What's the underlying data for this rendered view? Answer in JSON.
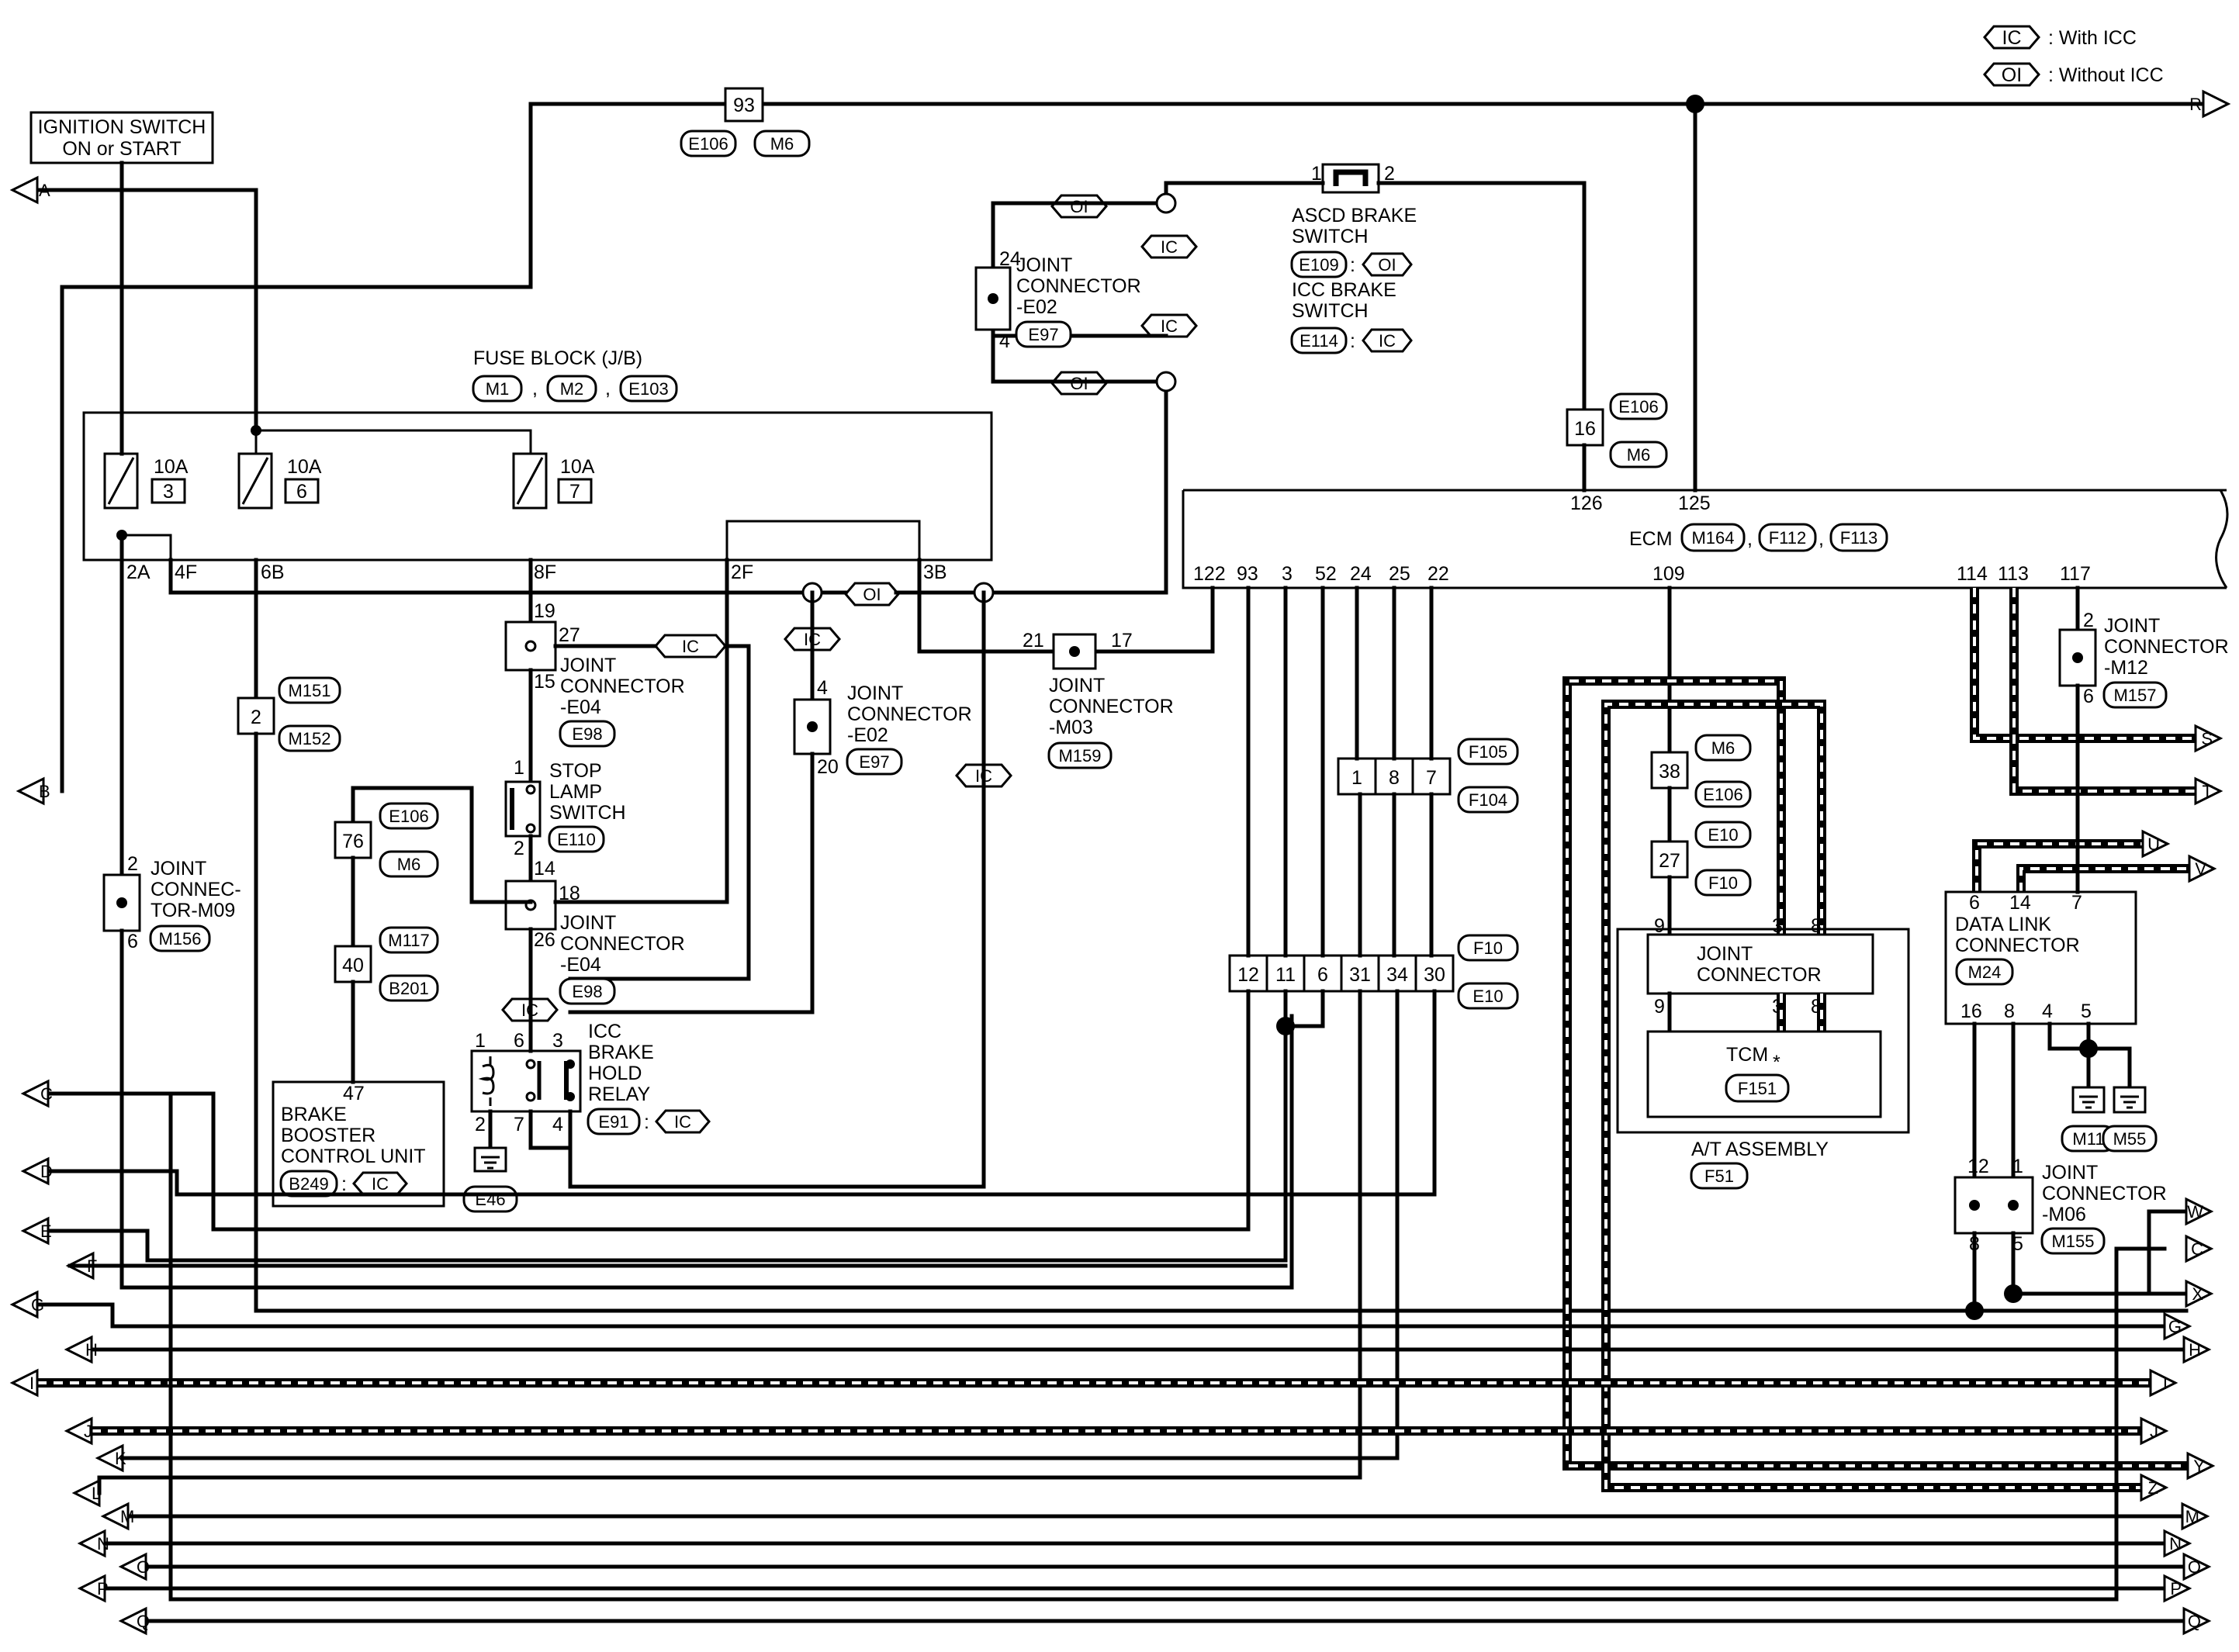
{
  "legend": {
    "ic_tag": "IC",
    "ic_text": ": With ICC",
    "oi_tag": "OI",
    "oi_text": ": Without ICC"
  },
  "ignition": {
    "line1": "IGNITION SWITCH",
    "line2": "ON or START"
  },
  "fuse_block": {
    "title": "FUSE BLOCK (J/B)",
    "conn": [
      "M1",
      "M2",
      "E103"
    ],
    "fuses": [
      {
        "rating": "10A",
        "num": "3"
      },
      {
        "rating": "10A",
        "num": "6"
      },
      {
        "rating": "10A",
        "num": "7"
      }
    ],
    "pins": [
      "2A",
      "4F",
      "6B",
      "8F",
      "2F",
      "3B"
    ]
  },
  "splice93": {
    "pin": "93",
    "c1": "E106",
    "c2": "M6"
  },
  "ascd": {
    "pin1": "1",
    "pin2": "2",
    "line1": "ASCD BRAKE",
    "line2": "SWITCH",
    "conn1": "E109",
    "tag1": "OI",
    "line3": "ICC BRAKE",
    "line4": "SWITCH",
    "conn2": "E114",
    "tag2": "IC"
  },
  "jc_e02_top": {
    "pin_a": "24",
    "pin_b": "4",
    "line1": "JOINT",
    "line2": "CONNECTOR",
    "line3": "-E02",
    "conn": "E97"
  },
  "tags": {
    "oi": "OI",
    "ic": "IC"
  },
  "c16": {
    "pin": "16",
    "c1": "E106",
    "c2": "M6"
  },
  "ecm": {
    "label": "ECM",
    "conn": [
      "M164",
      "F112",
      "F113"
    ],
    "top_pins": [
      "126",
      "125"
    ],
    "bottom_pins": [
      "122",
      "93",
      "3",
      "52",
      "24",
      "25",
      "22",
      "109",
      "114",
      "113",
      "117"
    ]
  },
  "jc_e04_a": {
    "pin_a": "19",
    "pin_b": "27",
    "pin_c": "15",
    "line1": "JOINT",
    "line2": "CONNECTOR",
    "line3": "-E04",
    "conn": "E98"
  },
  "jc_m03": {
    "pin_a": "21",
    "pin_b": "17",
    "line1": "JOINT",
    "line2": "CONNECTOR",
    "line3": "-M03",
    "conn": "M159"
  },
  "jc_e02_mid": {
    "pin_a": "4",
    "pin_b": "20",
    "line1": "JOINT",
    "line2": "CONNECTOR",
    "line3": "-E02",
    "conn": "E97"
  },
  "c2": {
    "pin": "2",
    "c1": "M151",
    "c2": "M152"
  },
  "stop_lamp": {
    "pin_a": "1",
    "pin_b": "2",
    "line1": "STOP",
    "line2": "LAMP",
    "line3": "SWITCH",
    "conn": "E110"
  },
  "c76": {
    "pin": "76",
    "c1": "E106",
    "c2": "M6"
  },
  "c40": {
    "pin": "40",
    "c1": "M117",
    "c2": "B201"
  },
  "jc_e04_b": {
    "pin_a": "14",
    "pin_b": "18",
    "pin_c": "26",
    "line1": "JOINT",
    "line2": "CONNECTOR",
    "line3": "-E04",
    "conn": "E98"
  },
  "icc_relay": {
    "pins": [
      "1",
      "6",
      "3",
      "2",
      "7",
      "4"
    ],
    "line1": "ICC",
    "line2": "BRAKE",
    "line3": "HOLD",
    "line4": "RELAY",
    "conn": "E91",
    "tag": "IC"
  },
  "ground_e46": "E46",
  "brake_booster": {
    "pin": "47",
    "line1": "BRAKE",
    "line2": "BOOSTER",
    "line3": "CONTROL UNIT",
    "conn": "B249",
    "tag": "IC"
  },
  "jc_m09": {
    "pin_a": "2",
    "pin_b": "6",
    "line1": "JOINT",
    "line2": "CONNEC-",
    "line3": "TOR-M09",
    "conn": "M156"
  },
  "c_f105": {
    "pins": [
      "1",
      "8",
      "7"
    ],
    "c1": "F105",
    "c2": "F104"
  },
  "c_f10": {
    "pins": [
      "12",
      "11",
      "6",
      "31",
      "34",
      "30"
    ],
    "c1": "F10",
    "c2": "E10"
  },
  "c38": {
    "pin": "38",
    "c1": "M6",
    "c2": "E106"
  },
  "c27": {
    "pin": "27",
    "c1": "E10",
    "c2": "F10"
  },
  "at_assembly": {
    "jc_line1": "JOINT",
    "jc_line2": "CONNECTOR",
    "jc_pins_top": [
      "9",
      "3",
      "8"
    ],
    "jc_pins_bot": [
      "9",
      "3",
      "8"
    ],
    "tcm": "TCM",
    "star": "*",
    "tcm_conn": "F151",
    "label": "A/T ASSEMBLY",
    "conn": "F51"
  },
  "jc_m12": {
    "pin_a": "2",
    "pin_b": "6",
    "line1": "JOINT",
    "line2": "CONNECTOR",
    "line3": "-M12",
    "conn": "M157"
  },
  "dlc": {
    "top_pins": [
      "6",
      "14",
      "7"
    ],
    "line1": "DATA LINK",
    "line2": "CONNECTOR",
    "conn": "M24",
    "bottom_pins": [
      "16",
      "8",
      "4",
      "5"
    ]
  },
  "grounds": [
    "M11",
    "M55"
  ],
  "jc_m06": {
    "pin_a": "12",
    "pin_b": "1",
    "pin_c": "8",
    "pin_d": "5",
    "line1": "JOINT",
    "line2": "CONNECTOR",
    "line3": "-M06",
    "conn": "M155"
  },
  "left_arrows": [
    "A",
    "B",
    "C",
    "D",
    "E",
    "F",
    "G",
    "H",
    "I",
    "J",
    "K",
    "L",
    "M",
    "N",
    "O",
    "P",
    "Q"
  ],
  "right_arrows": [
    "R",
    "S",
    "T",
    "U",
    "V",
    "W",
    "C",
    "X",
    "G",
    "H",
    "I",
    "J",
    "Y",
    "Z",
    "M",
    "N",
    "O",
    "P",
    "Q"
  ]
}
